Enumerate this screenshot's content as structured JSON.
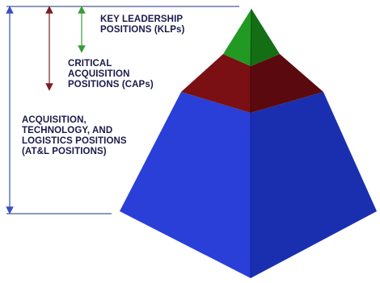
{
  "diagram": {
    "tiers": [
      {
        "id": "klp",
        "lines": [
          "KEY LEADERSHIP",
          "POSITIONS (KLPs)"
        ],
        "color": "#1a7a1a",
        "arrow_color": "#3a9a3a"
      },
      {
        "id": "cap",
        "lines": [
          "CRITICAL",
          "ACQUISITION",
          "POSITIONS (CAPs)"
        ],
        "color": "#6e0f12",
        "arrow_color": "#7a1f22"
      },
      {
        "id": "atl",
        "lines": [
          "ACQUISITION,",
          "TECHNOLOGY, AND",
          "LOGISTICS POSITIONS",
          "(AT&L POSITIONS)"
        ],
        "color": "#1f35c8",
        "arrow_color": "#3a4fbf"
      }
    ],
    "text_color": "#1a1a4a",
    "guide_line_color": "#4a5a9a"
  }
}
